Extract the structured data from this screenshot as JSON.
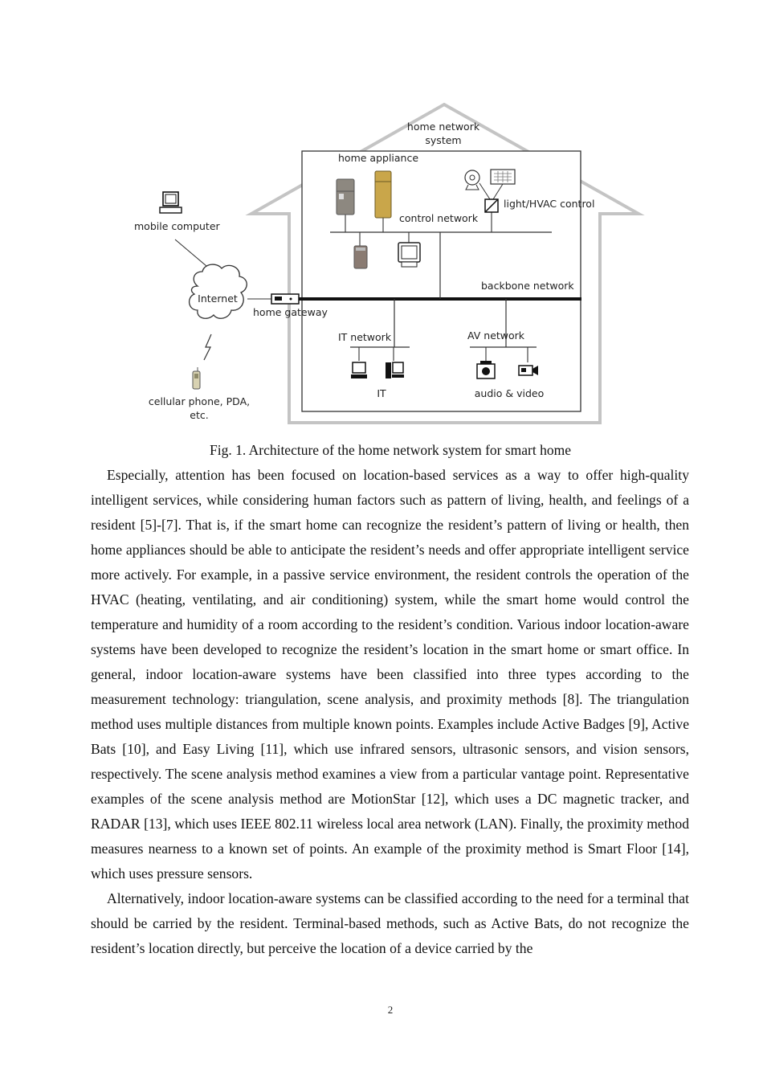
{
  "figure": {
    "labels": {
      "home_network_system_line1": "home network",
      "home_network_system_line2": "system",
      "home_appliance": "home appliance",
      "light_hvac_control": "light/HVAC control",
      "control_network": "control network",
      "mobile_computer": "mobile computer",
      "internet": "Internet",
      "home_gateway": "home gateway",
      "backbone_network": "backbone network",
      "it_network": "IT network",
      "av_network": "AV network",
      "it": "IT",
      "audio_video": "audio & video",
      "cellular_line1": "cellular phone, PDA,",
      "cellular_line2": "etc."
    },
    "caption": "Fig. 1.  Architecture of the home network system for smart home"
  },
  "paragraphs": [
    "Especially, attention has been focused on location-based services as a way to offer high-quality intelligent services, while considering human factors such as pattern of living, health, and feelings of a resident [5]-[7]. That is, if the smart home can recognize the resident’s pattern of living or health, then home appliances should be able to anticipate the resident’s needs and offer appropriate intelligent service more actively. For example, in a passive service environment, the resident controls the operation of the HVAC (heating, ventilating, and air conditioning) system, while the smart home would control the temperature and humidity of a room according to the resident’s condition. Various indoor location-aware systems have been developed to recognize the resident’s location in the smart home or smart office. In general, indoor location-aware systems have been classified into three types according to the measurement technology: triangulation, scene analysis, and proximity methods [8]. The triangulation method uses multiple distances from multiple known points. Examples include Active Badges [9], Active Bats [10], and Easy Living [11], which use infrared sensors, ultrasonic sensors, and vision sensors, respectively. The scene analysis method examines a view from a particular vantage point. Representative examples of the scene analysis method are MotionStar [12], which uses a DC magnetic tracker, and RADAR [13], which uses IEEE 802.11 wireless local area network (LAN). Finally, the proximity method measures nearness to a known set of points. An example of the proximity method is Smart Floor [14], which uses pressure sensors.",
    "Alternatively, indoor location-aware systems can be classified according to the need for a terminal that should be carried by the resident. Terminal-based methods, such as Active Bats, do not recognize the resident’s location directly, but perceive the location of a device carried by the"
  ],
  "page_number": "2"
}
